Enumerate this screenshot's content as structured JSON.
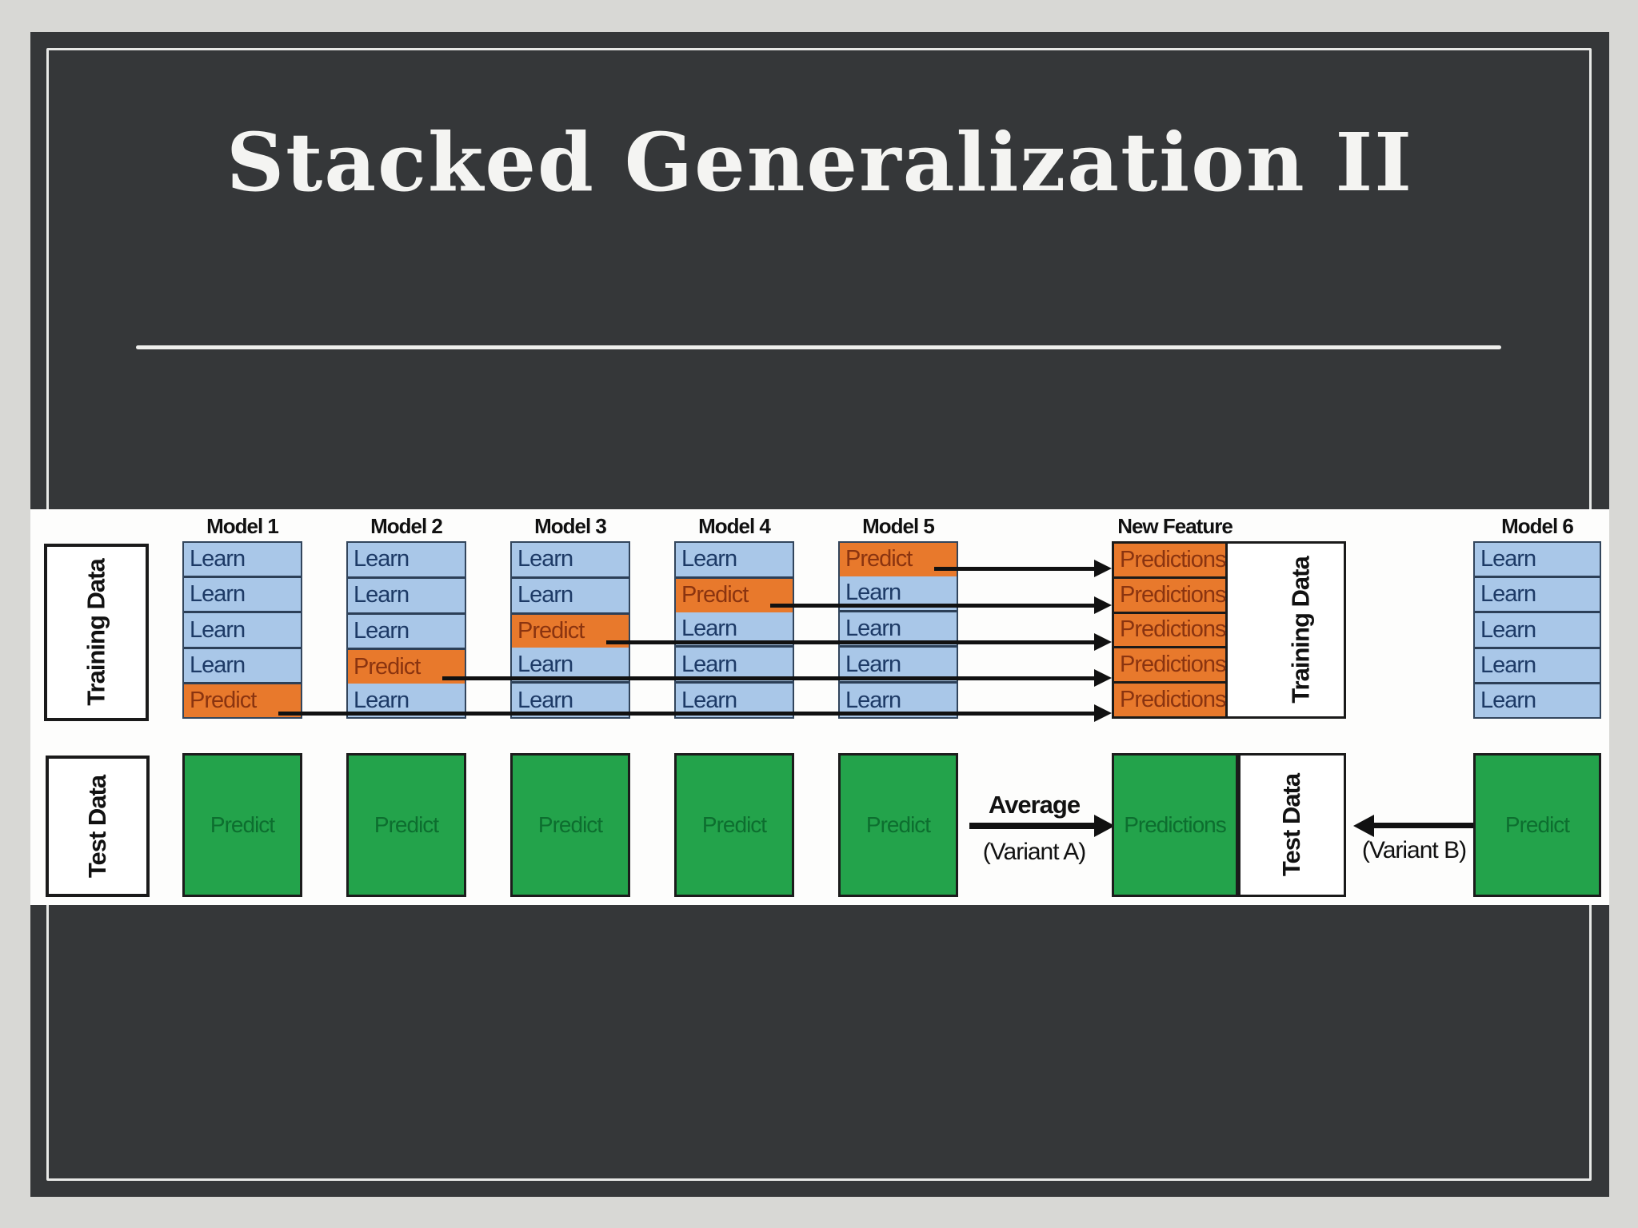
{
  "title": "Stacked Generalization II",
  "diagram": {
    "training": {
      "left_label": "Training Data",
      "right_label": "Training Data",
      "models": [
        {
          "header": "Model 1",
          "cells": [
            "Learn",
            "Learn",
            "Learn",
            "Learn",
            "Predict"
          ]
        },
        {
          "header": "Model 2",
          "cells": [
            "Learn",
            "Learn",
            "Learn",
            "Predict",
            "Learn"
          ]
        },
        {
          "header": "Model 3",
          "cells": [
            "Learn",
            "Learn",
            "Predict",
            "Learn",
            "Learn"
          ]
        },
        {
          "header": "Model 4",
          "cells": [
            "Learn",
            "Predict",
            "Learn",
            "Learn",
            "Learn"
          ]
        },
        {
          "header": "Model 5",
          "cells": [
            "Predict",
            "Learn",
            "Learn",
            "Learn",
            "Learn"
          ]
        }
      ],
      "new_feature": {
        "header": "New Feature",
        "cells": [
          "Predictions",
          "Predictions",
          "Predictions",
          "Predictions",
          "Predictions"
        ]
      },
      "model6": {
        "header": "Model 6",
        "cells": [
          "Learn",
          "Learn",
          "Learn",
          "Learn",
          "Learn"
        ]
      }
    },
    "test": {
      "left_label": "Test Data",
      "right_label": "Test Data",
      "predicts": [
        "Predict",
        "Predict",
        "Predict",
        "Predict",
        "Predict"
      ],
      "average_label": "Average",
      "variant_a_label": "(Variant A)",
      "predictions_label": "Predictions",
      "variant_b_label": "(Variant B)",
      "model6_predict": "Predict"
    }
  },
  "colors": {
    "page_background": "#d8d8d5",
    "slide_background": "#353739",
    "diagram_background": "#fdfdfc",
    "learn_blue": "#a9c7e8",
    "predict_orange": "#e8792c",
    "predict_green": "#23a34b",
    "title_text": "#f4f4f2"
  }
}
